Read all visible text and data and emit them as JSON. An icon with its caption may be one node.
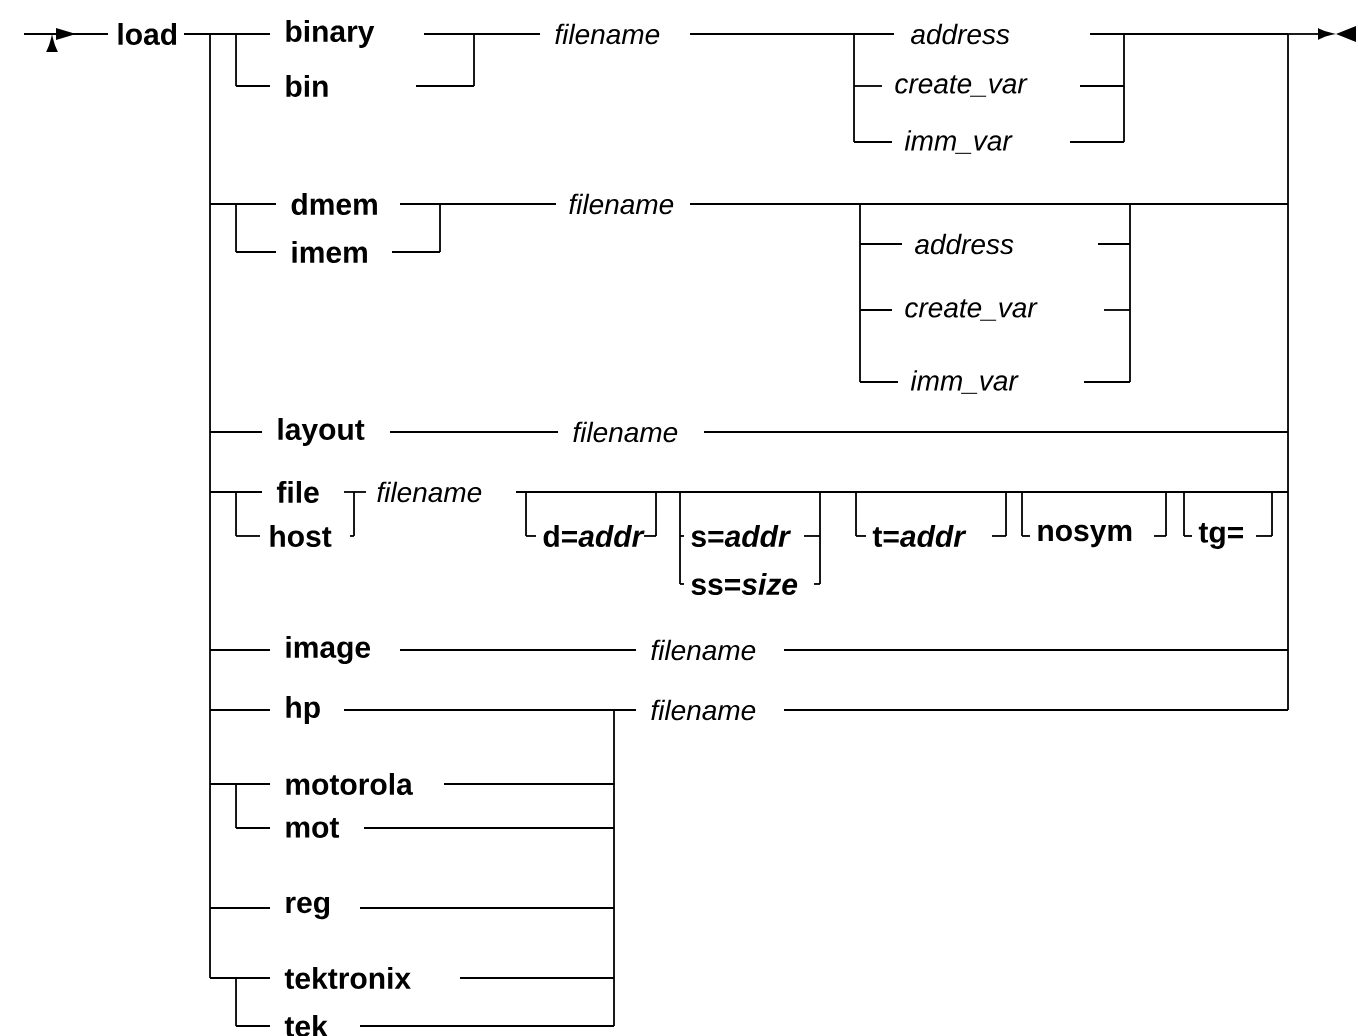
{
  "diagram": {
    "labels": [
      "load",
      "binary",
      "filename",
      "address",
      "bin",
      "create_var",
      "imm_var",
      "dmem",
      "filename",
      "imem",
      "address",
      "create_var",
      "imm_var",
      "layout",
      "filename",
      "file",
      "filename",
      "host",
      "d=*addr*",
      "s=*addr*",
      "t=*addr*",
      "nosym",
      "tg=",
      "ss=*size*",
      "image",
      "filename",
      "hp",
      "filename",
      "motorola",
      "mot",
      "reg",
      "tektronix",
      "tek"
    ]
  }
}
